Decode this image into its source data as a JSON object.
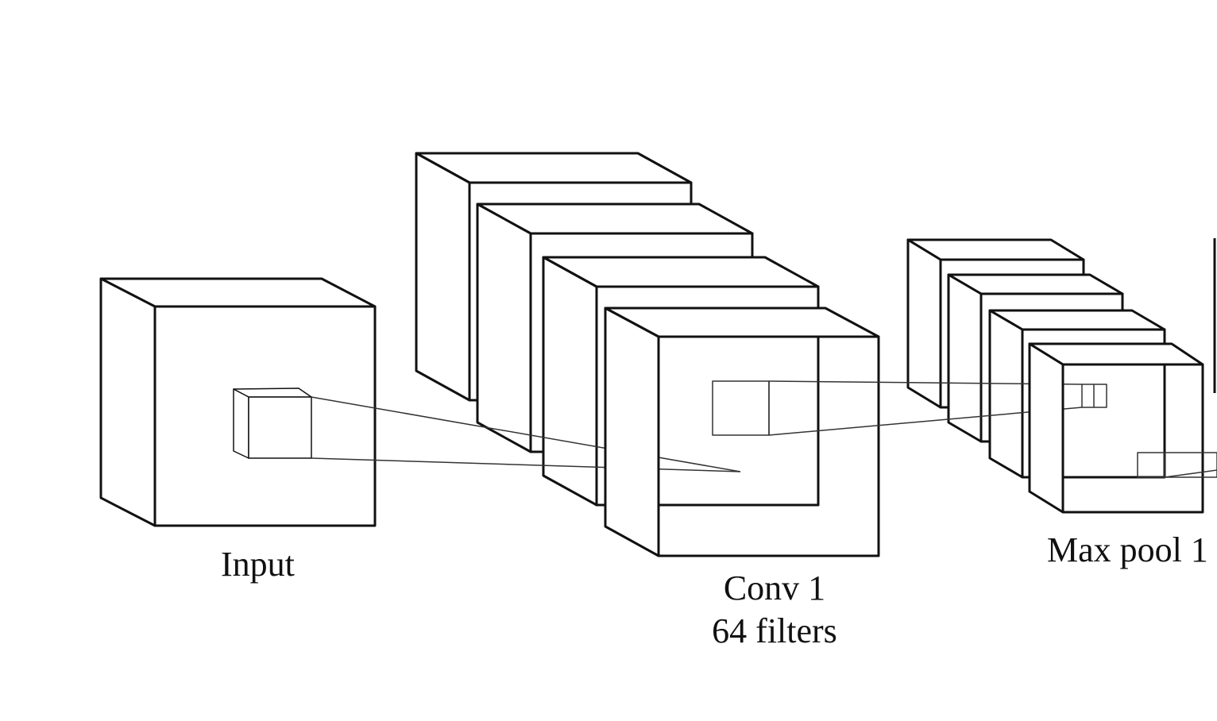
{
  "labels": {
    "input": "Input",
    "conv_name": "Conv 1",
    "conv_filters": "64 filters",
    "pool": "Max pool 1"
  },
  "colors": {
    "stroke": "#111111",
    "face": "#ffffff",
    "connector": "#333333"
  }
}
